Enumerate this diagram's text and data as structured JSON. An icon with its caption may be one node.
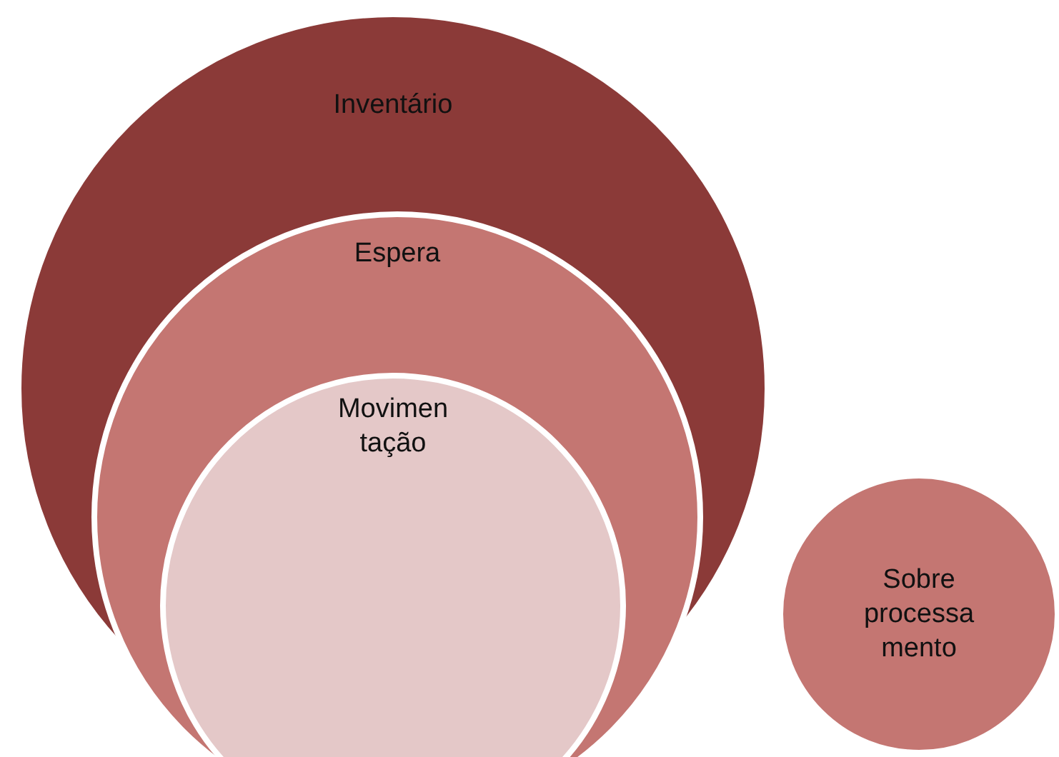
{
  "diagram": {
    "nodes": [
      {
        "text": [
          "Inventário"
        ]
      },
      {
        "text": [
          "Espera"
        ],
        "in": 0
      },
      {
        "text": [
          "Movimen tação"
        ],
        "in": 1
      },
      {
        "text": [
          "Sobre processa mento"
        ]
      }
    ]
  }
}
